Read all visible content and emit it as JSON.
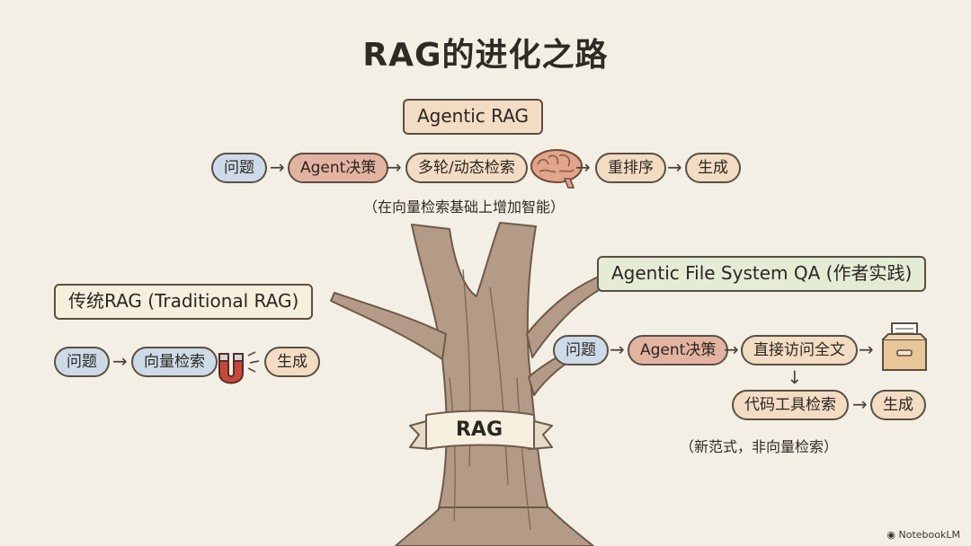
{
  "title": "RAG的进化之路",
  "agentic_rag": {
    "label": "Agentic RAG",
    "steps": [
      "问题",
      "Agent决策",
      "多轮/动态检索",
      "重排序",
      "生成"
    ],
    "note": "（在向量检索基础上增加智能）"
  },
  "traditional_rag": {
    "label": "传统RAG (Traditional RAG)",
    "steps": [
      "问题",
      "向量检索",
      "生成"
    ]
  },
  "agentic_fs": {
    "label": "Agentic File System QA (作者实践)",
    "steps": [
      "问题",
      "Agent决策",
      "直接访问全文",
      "代码工具检索",
      "生成"
    ],
    "note": "（新范式，非向量检索）"
  },
  "trunk_label": "RAG",
  "brand": "NotebookLM",
  "icons": [
    "brain-icon",
    "magnet-icon",
    "file-box-icon",
    "notebook-logo-icon"
  ],
  "colors": {
    "background": "#f4efe4",
    "question_pill": "#cddbe9",
    "agent_pill": "#e3b3a2",
    "step_pill": "#f2dcc4",
    "trunk": "#b39b87"
  }
}
